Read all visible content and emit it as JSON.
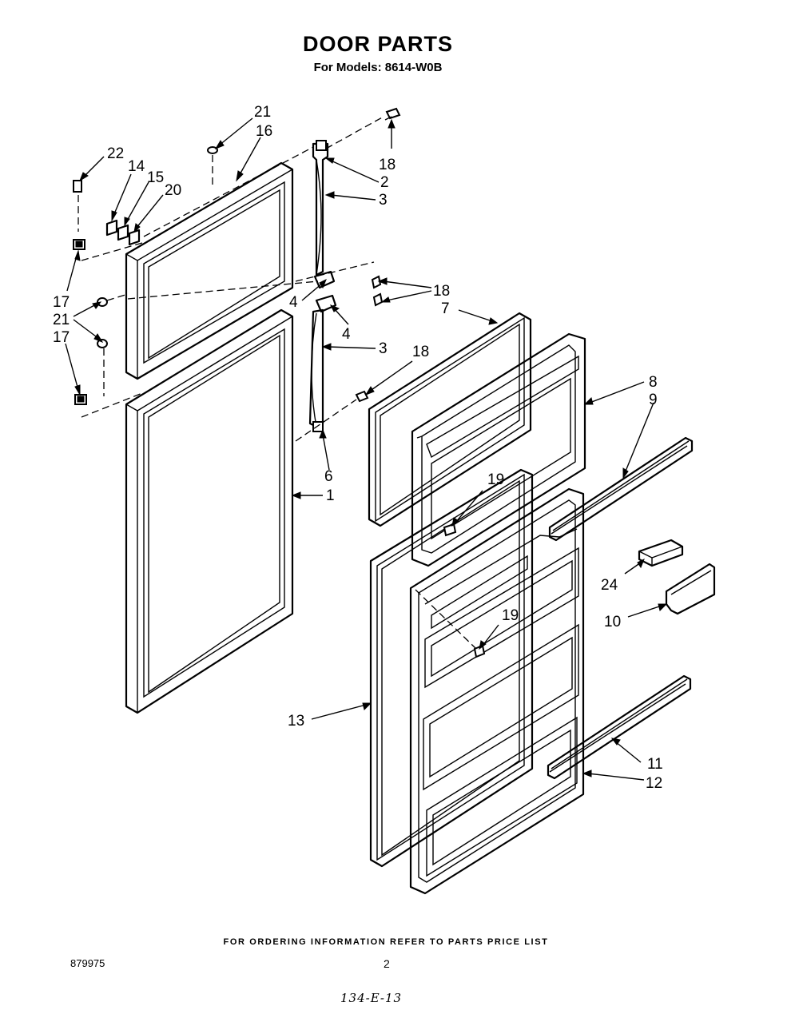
{
  "title": "DOOR PARTS",
  "subtitle": "For Models: 8614-W0B",
  "footer_note": "FOR ORDERING INFORMATION REFER TO PARTS PRICE LIST",
  "doc_number": "879975",
  "page_number": "2",
  "handwritten_code": "134-E-13",
  "callouts": {
    "c1": "1",
    "c2": "2",
    "c3a": "3",
    "c3b": "3",
    "c4a": "4",
    "c4b": "4",
    "c6": "6",
    "c7": "7",
    "c8": "8",
    "c9": "9",
    "c10": "10",
    "c11": "11",
    "c12": "12",
    "c13": "13",
    "c14": "14",
    "c15": "15",
    "c16": "16",
    "c17a": "17",
    "c17b": "17",
    "c18a": "18",
    "c18b": "18",
    "c18c": "18",
    "c19a": "19",
    "c19b": "19",
    "c20": "20",
    "c21a": "21",
    "c21b": "21",
    "c22": "22",
    "c24": "24"
  }
}
